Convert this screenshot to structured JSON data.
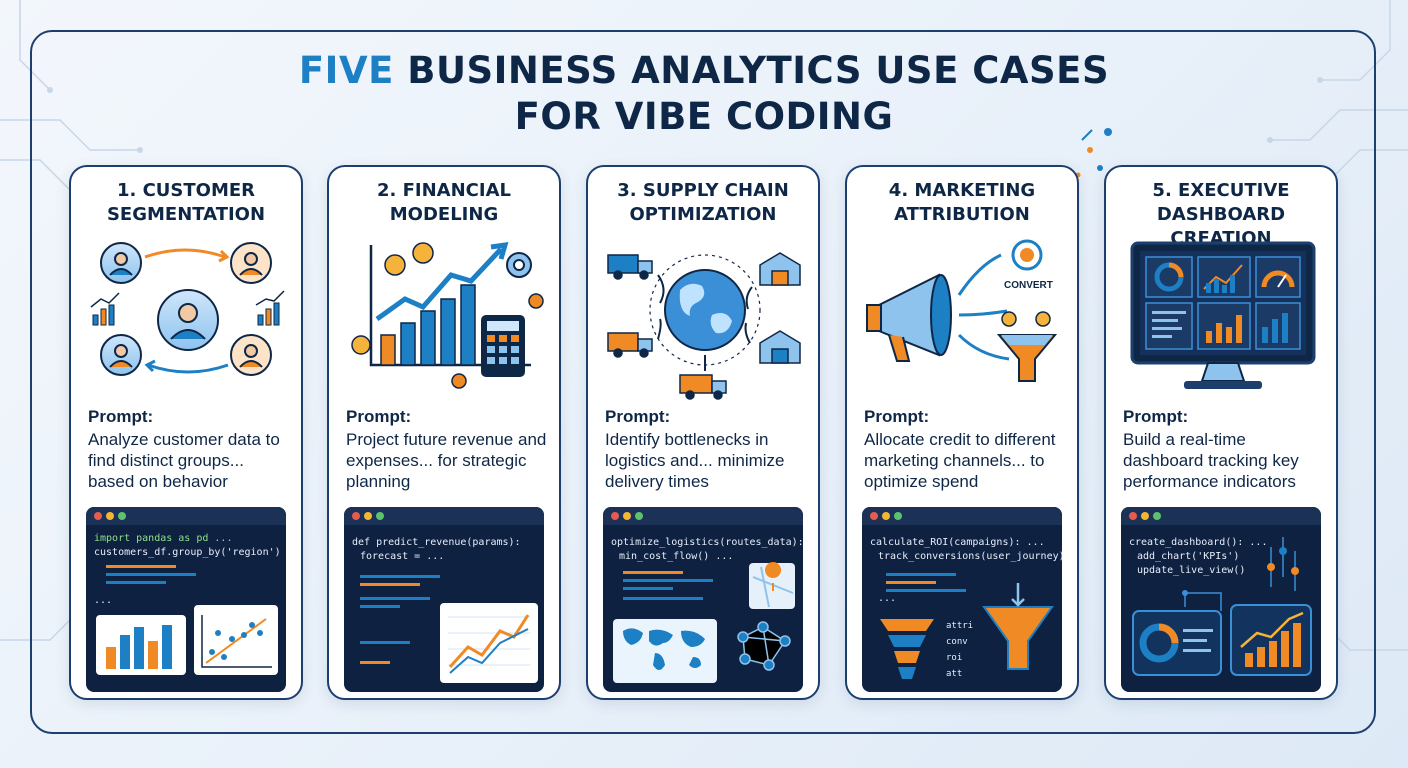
{
  "title": {
    "accent": "FIVE",
    "line1": "BUSINESS ANALYTICS USE CASES",
    "line2": "FOR VIBE CODING"
  },
  "prompt_label": "Prompt:",
  "cards": [
    {
      "title": "1. CUSTOMER\nSEGMENTATION",
      "prompt": "Analyze customer data to find distinct groups... based on behavior",
      "code": [
        "import pandas as pd ...",
        "customers_df.group_by('region')",
        "..."
      ]
    },
    {
      "title": "2. FINANCIAL\nMODELING",
      "prompt": "Project future revenue and expenses... for strategic planning",
      "code": [
        "def predict_revenue(params):",
        "forecast = ..."
      ]
    },
    {
      "title": "3. SUPPLY CHAIN\nOPTIMIZATION",
      "prompt": "Identify bottlenecks in logistics and... minimize delivery times",
      "code": [
        "optimize_logistics(routes_data):",
        "min_cost_flow() ..."
      ]
    },
    {
      "title": "4. MARKETING\nATTRIBUTION",
      "prompt": "Allocate credit to different marketing channels... to optimize spend",
      "code": [
        "calculate_ROI(campaigns): ...",
        "track_conversions(user_journey)",
        "..."
      ],
      "illus_label": "CONVERT",
      "funnel_labels": [
        "attri",
        "conv",
        "roi",
        "att"
      ]
    },
    {
      "title": "5. EXECUTIVE\nDASHBOARD CREATION",
      "prompt": "Build a real-time dashboard tracking key performance indicators",
      "code": [
        "create_dashboard(): ...",
        "add_chart('KPIs')",
        "update_live_view()"
      ]
    }
  ],
  "icons": {
    "card1": "customer-network-icon",
    "card2": "financial-growth-chart-icon",
    "card3": "globe-logistics-icon",
    "card4": "megaphone-funnel-icon",
    "card5": "dashboard-monitor-icon"
  },
  "colors": {
    "navy": "#0f2747",
    "blue": "#1d7fc4",
    "orange": "#f08a24",
    "code_bg": "#0e2140"
  }
}
